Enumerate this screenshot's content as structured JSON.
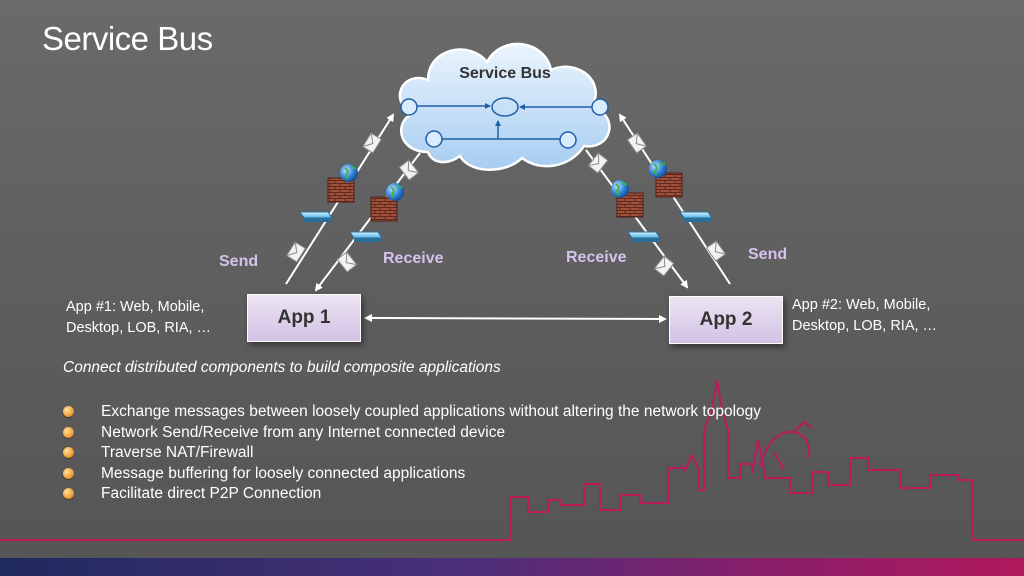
{
  "title": "Service Bus",
  "cloud": {
    "label": "Service Bus"
  },
  "apps": {
    "app1": {
      "label": "App 1",
      "desc_line1": "App #1: Web, Mobile,",
      "desc_line2": "Desktop, LOB, RIA, …"
    },
    "app2": {
      "label": "App 2",
      "desc_line1": "App #2: Web, Mobile,",
      "desc_line2": "Desktop, LOB, RIA, …"
    }
  },
  "flow_labels": {
    "send_left": "Send",
    "receive_left": "Receive",
    "receive_right": "Receive",
    "send_right": "Send"
  },
  "tagline": "Connect distributed components to build composite applications",
  "bullets": [
    "Exchange messages between loosely coupled applications without altering the network topology",
    "Network Send/Receive from any Internet connected device",
    "Traverse NAT/Firewall",
    "Message buffering for loosely connected applications",
    "Facilitate direct P2P Connection"
  ],
  "icons": [
    "envelope-icon",
    "firewall-icon",
    "globe-icon",
    "router-icon",
    "bullet-icon"
  ],
  "colors": {
    "accent_label": "#d6c2ee",
    "skyline": "#c2185b",
    "app_box": "#d2c2e4",
    "arrow": "#ffffff"
  }
}
